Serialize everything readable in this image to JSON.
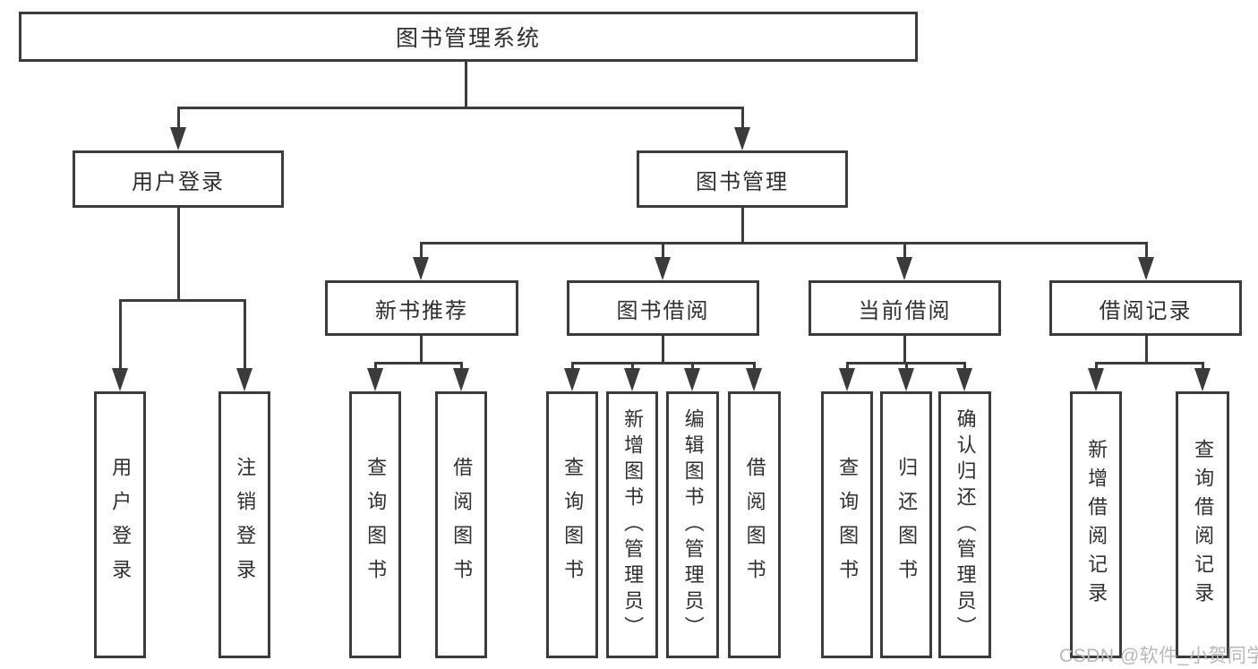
{
  "diagram": {
    "colors": {
      "line": "#3b3b3b",
      "text": "#2f2f2f",
      "background": "#ffffff",
      "watermark": "#b8b8b8"
    },
    "root": {
      "label": "图书管理系统"
    },
    "level2": [
      {
        "label": "用户登录"
      },
      {
        "label": "图书管理"
      }
    ],
    "level3": [
      {
        "label": "新书推荐"
      },
      {
        "label": "图书借阅"
      },
      {
        "label": "当前借阅"
      },
      {
        "label": "借阅记录"
      }
    ],
    "leaves": [
      {
        "group": "用户登录",
        "label": "用户登录"
      },
      {
        "group": "用户登录",
        "label": "注销登录"
      },
      {
        "group": "新书推荐",
        "label": "查询图书"
      },
      {
        "group": "新书推荐",
        "label": "借阅图书"
      },
      {
        "group": "图书借阅",
        "label": "查询图书"
      },
      {
        "group": "图书借阅",
        "label": "新增图书（管理员）"
      },
      {
        "group": "图书借阅",
        "label": "编辑图书（管理员）"
      },
      {
        "group": "图书借阅",
        "label": "借阅图书"
      },
      {
        "group": "当前借阅",
        "label": "查询图书"
      },
      {
        "group": "当前借阅",
        "label": "归还图书"
      },
      {
        "group": "当前借阅",
        "label": "确认归还（管理员）"
      },
      {
        "group": "借阅记录",
        "label": "新增借阅记录"
      },
      {
        "group": "借阅记录",
        "label": "查询借阅记录"
      }
    ]
  },
  "watermark": {
    "text": "CSDN @软件_小贺同学"
  }
}
